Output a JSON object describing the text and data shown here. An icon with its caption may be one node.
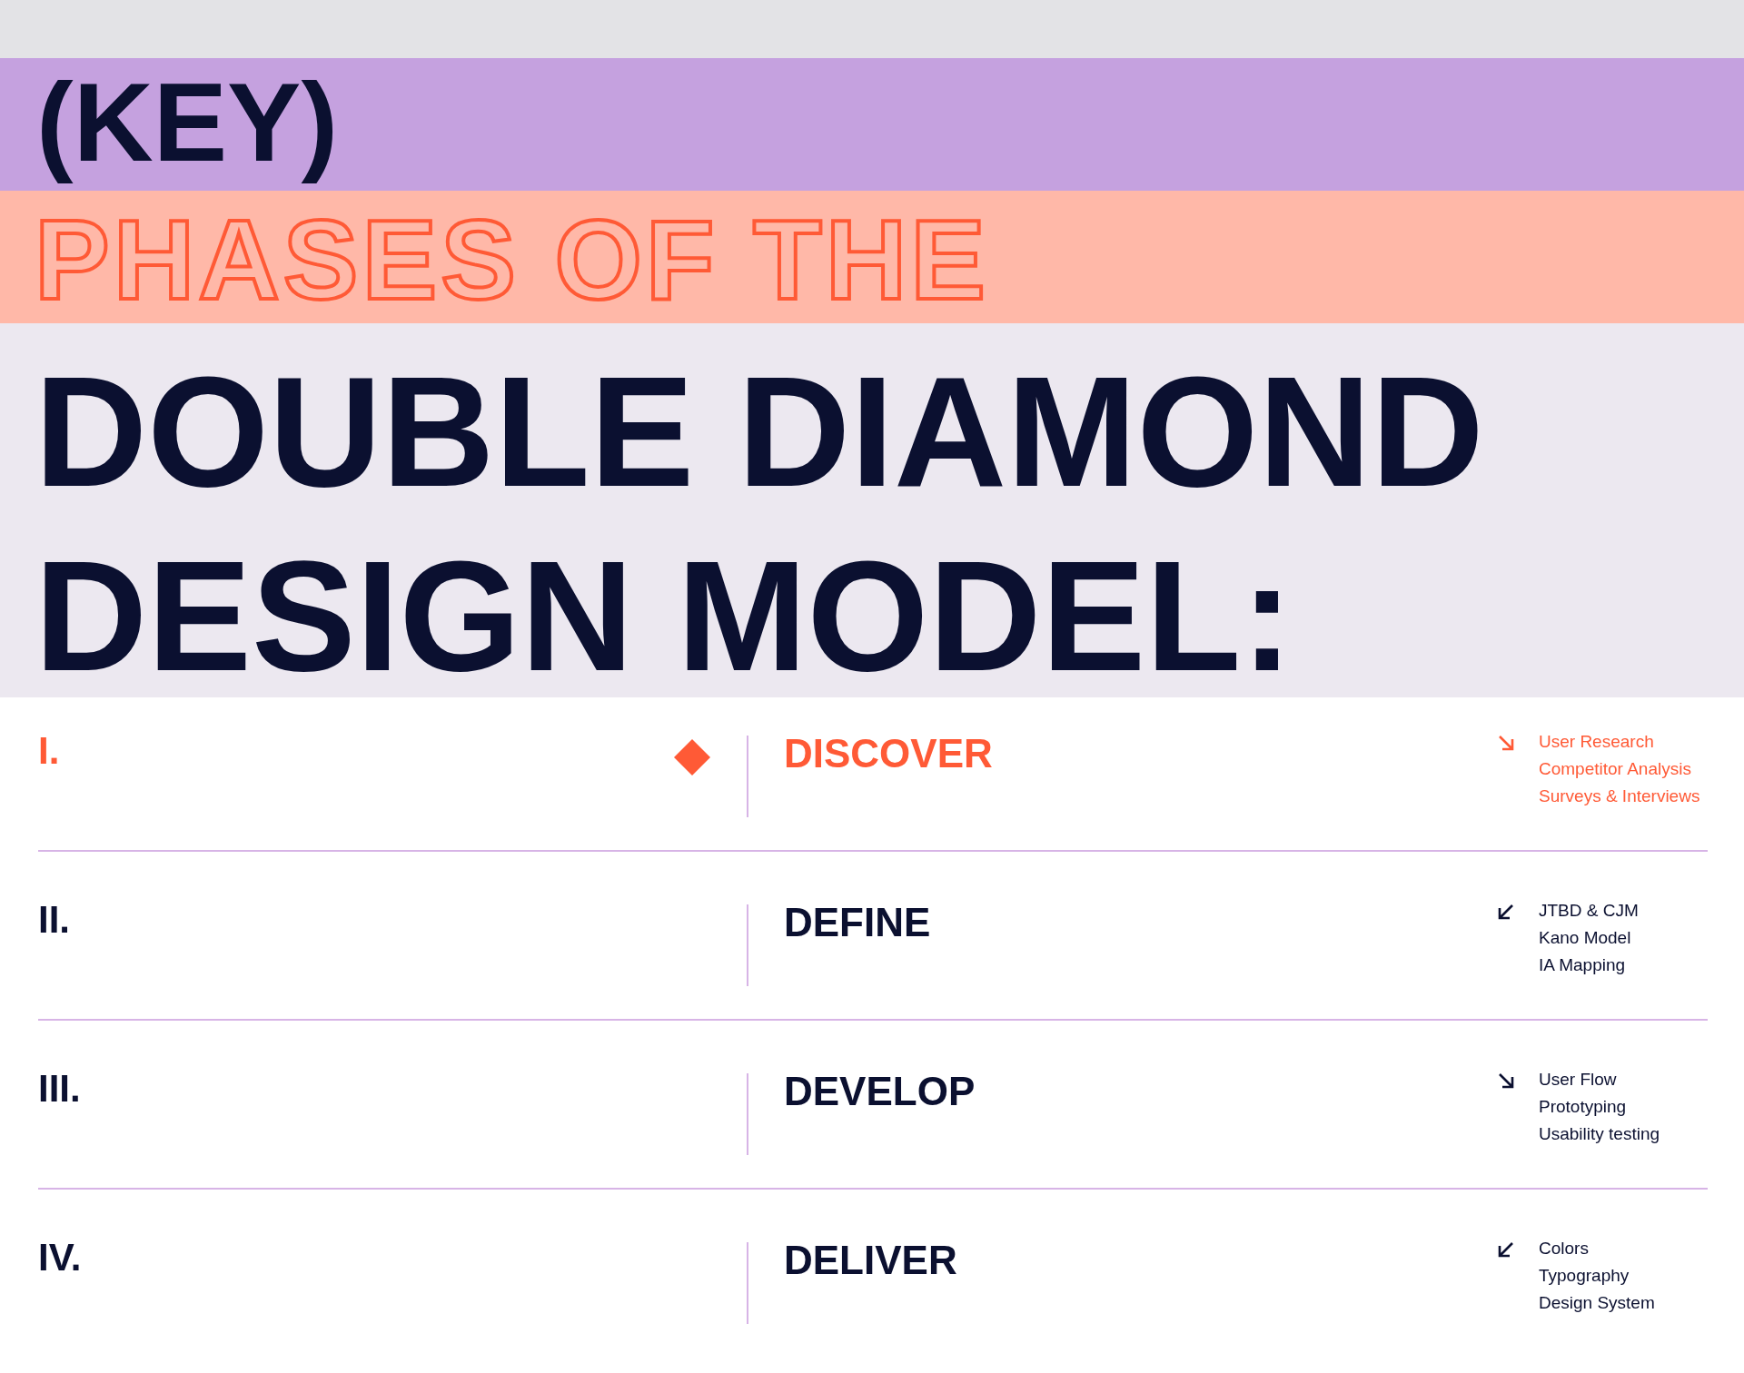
{
  "diagram": {
    "labels": [
      "(KEY)",
      "PHASES OF THE",
      "DOUBLE DIAMOND DESIGN MODEL:",
      "I.",
      "DISCOVER",
      "User Research",
      "Competitor Analysis",
      "Surveys & Interviews",
      "II.",
      "DEFINE",
      "JTBD & CJM",
      "Kano Model",
      "IA Mapping",
      "III.",
      "DEVELOP",
      "User Flow",
      "Prototyping",
      "Usability testing",
      "IV.",
      "DELIVER",
      "Colors",
      "Typography",
      "Design System"
    ]
  }
}
